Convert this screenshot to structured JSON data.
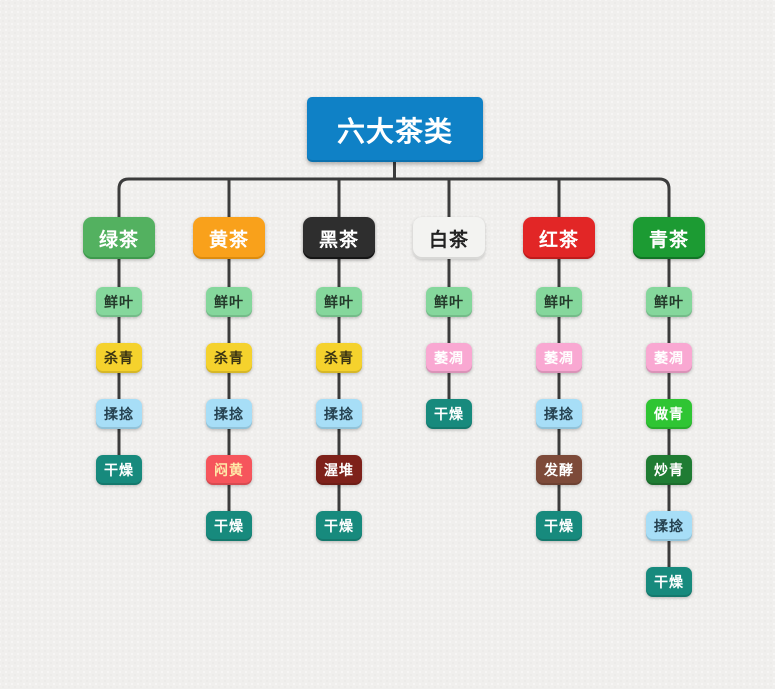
{
  "root": {
    "label": "六大茶类",
    "color": "#0f81c6"
  },
  "connector_color": "#3c3c3c",
  "palette": {
    "green_tea": "#53b160",
    "yellow_tea": "#f9a11b",
    "dark_tea": "#2e2e2e",
    "white_tea": "#f3f3f1",
    "red_tea": "#e22626",
    "oolong_tea": "#1c9b33",
    "fresh_leaves": "#85d79c",
    "fixation": "#f5d22d",
    "rolling": "#a7def7",
    "drying": "#178a7d",
    "yellowing": "#f6555c",
    "pile_fermentation": "#7e211a",
    "withering": "#f9a8d2",
    "fermentation": "#7d4a39",
    "zuoqing": "#2fc533",
    "chaoqing": "#1f7c33"
  },
  "columns": [
    {
      "label": "绿茶",
      "steps": [
        {
          "label": "鲜叶"
        },
        {
          "label": "杀青"
        },
        {
          "label": "揉捻"
        },
        {
          "label": "干燥"
        }
      ]
    },
    {
      "label": "黄茶",
      "steps": [
        {
          "label": "鲜叶"
        },
        {
          "label": "杀青"
        },
        {
          "label": "揉捻"
        },
        {
          "label": "闷黄"
        },
        {
          "label": "干燥"
        }
      ]
    },
    {
      "label": "黑茶",
      "steps": [
        {
          "label": "鲜叶"
        },
        {
          "label": "杀青"
        },
        {
          "label": "揉捻"
        },
        {
          "label": "渥堆"
        },
        {
          "label": "干燥"
        }
      ]
    },
    {
      "label": "白茶",
      "steps": [
        {
          "label": "鲜叶"
        },
        {
          "label": "萎凋"
        },
        {
          "label": "干燥"
        }
      ]
    },
    {
      "label": "红茶",
      "steps": [
        {
          "label": "鲜叶"
        },
        {
          "label": "萎凋"
        },
        {
          "label": "揉捻"
        },
        {
          "label": "发酵"
        },
        {
          "label": "干燥"
        }
      ]
    },
    {
      "label": "青茶",
      "steps": [
        {
          "label": "鲜叶"
        },
        {
          "label": "萎凋"
        },
        {
          "label": "做青"
        },
        {
          "label": "炒青"
        },
        {
          "label": "揉捻"
        },
        {
          "label": "干燥"
        }
      ]
    }
  ]
}
